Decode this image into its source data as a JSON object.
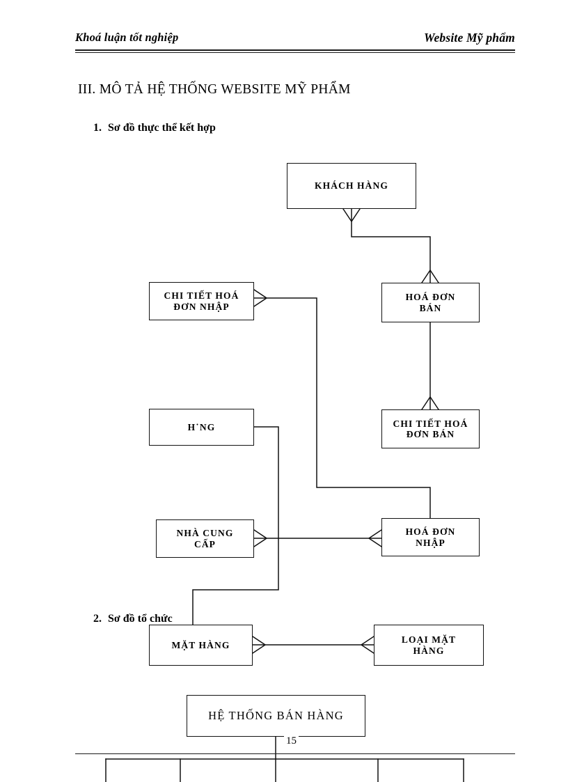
{
  "header": {
    "left_title": "Khoá luận tốt nghiệp",
    "right_title": "Website Mỹ phẩm"
  },
  "document": {
    "section_heading": "III. MÔ TẢ HỆ THỐNG WEBSITE  MỸ PHẨM",
    "subheading_1_number": "1.",
    "subheading_1_text": "Sơ đồ thực thể kết hợp",
    "subheading_2_number": "2.",
    "subheading_2_text": "Sơ đồ tổ chức",
    "page_number": "15"
  },
  "er_diagram": {
    "entities": [
      {
        "id": "khach-hang",
        "label": "KHÁCH HÀNG"
      },
      {
        "id": "chi-tiet-hoa-don-nhap",
        "label": "CHI TIẾT HOÁ\nĐƠN NHẬP"
      },
      {
        "id": "hoa-don-ban",
        "label": "HOÁ ĐƠN\nBÁN"
      },
      {
        "id": "hang",
        "label": "H˙NG"
      },
      {
        "id": "chi-tiet-hoa-don-ban",
        "label": "CHI TIẾT HOÁ\nĐƠN BÁN"
      },
      {
        "id": "nha-cung-cap",
        "label": "NHÀ CUNG\nCẤP"
      },
      {
        "id": "hoa-don-nhap",
        "label": "HOÁ ĐƠN\nNHẬP"
      },
      {
        "id": "mat-hang",
        "label": "MẶT HÀNG"
      },
      {
        "id": "loai-mat-hang",
        "label": "LOẠI MẶT\nHÀNG"
      }
    ],
    "relationships": [
      {
        "from": "khach-hang",
        "to": "hoa-don-ban"
      },
      {
        "from": "hoa-don-ban",
        "to": "chi-tiet-hoa-don-ban"
      },
      {
        "from": "chi-tiet-hoa-don-nhap",
        "to": "hoa-don-nhap"
      },
      {
        "from": "nha-cung-cap",
        "to": "hoa-don-nhap"
      },
      {
        "from": "hang",
        "to": "mat-hang"
      },
      {
        "from": "mat-hang",
        "to": "loai-mat-hang"
      }
    ]
  },
  "org_chart": {
    "root_label": "HỆ THỐNG BÁN HÀNG",
    "child_count": 4
  },
  "colors": {
    "ink": "#000000",
    "line": "#111111",
    "paper": "#ffffff"
  }
}
